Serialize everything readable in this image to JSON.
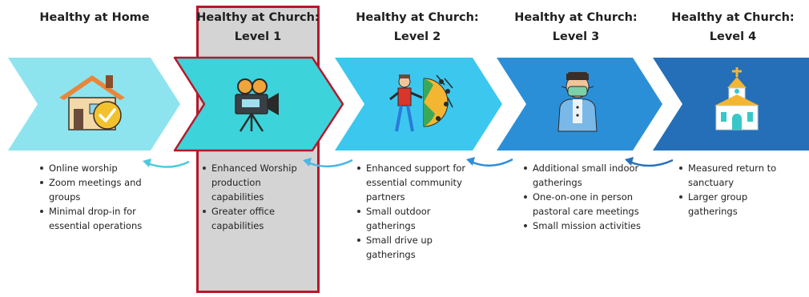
{
  "stages": [
    {
      "title": "Healthy at Home",
      "color": "#8ee4ee",
      "icon": "house-check-icon",
      "bullets": [
        "Online worship",
        "Zoom meetings and groups",
        "Minimal drop-in for essential operations"
      ]
    },
    {
      "title": "Healthy at Church: Level 1",
      "color": "#3dd3da",
      "icon": "video-camera-icon",
      "highlighted": true,
      "highlight_color": "#b5192b",
      "bullets": [
        "Enhanced Worship production capabilities",
        "Greater office capabilities"
      ]
    },
    {
      "title": "Healthy at Church: Level 2",
      "color": "#3cc7ef",
      "icon": "person-umbrella-virus-icon",
      "bullets": [
        "Enhanced support for essential community partners",
        "Small outdoor gatherings",
        "Small drive up gatherings"
      ]
    },
    {
      "title": "Healthy at Church: Level 3",
      "color": "#2b8fd8",
      "icon": "person-mask-icon",
      "bullets": [
        "Additional small indoor gatherings",
        "One-on-one in person pastoral care meetings",
        "Small mission activities"
      ]
    },
    {
      "title": "Healthy at Church: Level 4",
      "color": "#246fb8",
      "icon": "church-icon",
      "bullets": [
        "Measured return to sanctuary",
        "Larger group gatherings"
      ]
    }
  ]
}
